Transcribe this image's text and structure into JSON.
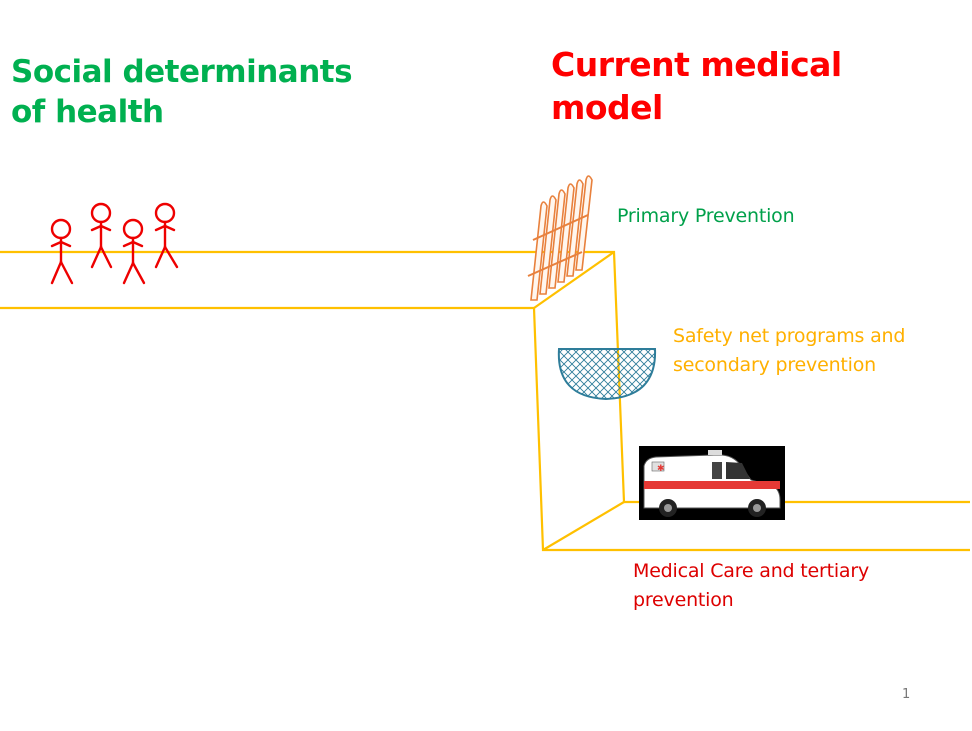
{
  "slide": {
    "title_left": "Social determinants of health",
    "title_right": "Current medical model",
    "labels": {
      "primary": "Primary Prevention",
      "safety": "Safety net programs and secondary prevention",
      "medical": "Medical Care and tertiary prevention"
    },
    "page_number": "1"
  },
  "colors": {
    "green": "#00b050",
    "red": "#ff0000",
    "orange": "#ffb000",
    "line": "#ffc000",
    "net": "#2e7d9a"
  },
  "icons": [
    "stick-figure-icon",
    "fence-icon",
    "safety-net-icon",
    "ambulance-icon"
  ]
}
